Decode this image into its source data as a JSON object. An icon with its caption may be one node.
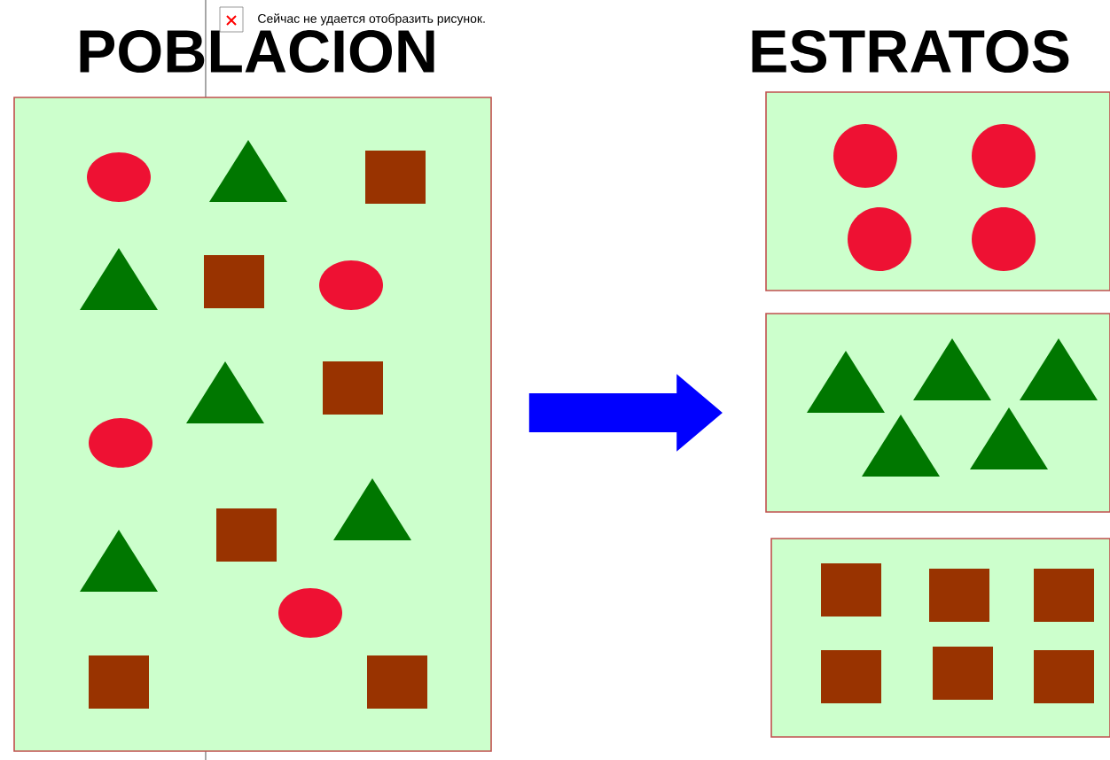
{
  "diagram": {
    "nodes": [
      {
        "text": [
          "POBLACION"
        ]
      },
      {
        "text": [],
        "shape": "box"
      },
      {
        "text": [],
        "shape": "box"
      },
      {
        "text": [],
        "shape": "box"
      }
    ],
    "edges": [
      {
        "from": 0,
        "to": 2,
        "arrow": "to",
        "color": "#0000ff"
      }
    ],
    "labels": [
      "Сейчас не удается отобразить рисунок.",
      "ESTRATOS"
    ]
  }
}
